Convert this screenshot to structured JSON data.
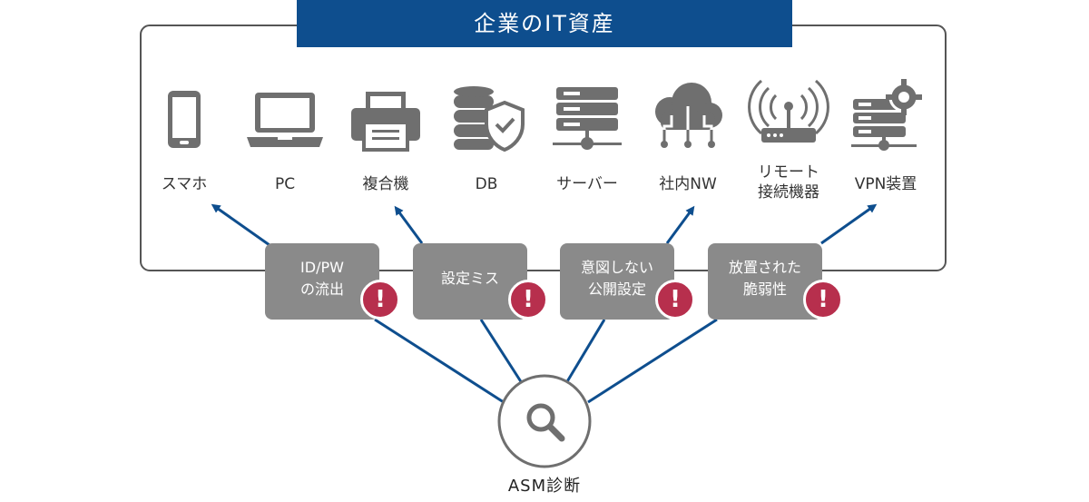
{
  "title": "企業のIT資産",
  "assets": [
    {
      "label": "スマホ",
      "icon": "smartphone-icon"
    },
    {
      "label": "PC",
      "icon": "laptop-icon"
    },
    {
      "label": "複合機",
      "icon": "printer-icon"
    },
    {
      "label": "DB",
      "icon": "database-shield-icon"
    },
    {
      "label": "サーバー",
      "icon": "server-icon"
    },
    {
      "label": "社内NW",
      "icon": "cloud-network-icon"
    },
    {
      "label": "リモート\n接続機器",
      "icon": "router-icon"
    },
    {
      "label": "VPN装置",
      "icon": "server-gear-icon"
    }
  ],
  "risks": [
    {
      "label": "ID/PW\nの流出",
      "warning": "!"
    },
    {
      "label": "設定ミス",
      "warning": "!"
    },
    {
      "label": "意図しない\n公開設定",
      "warning": "!"
    },
    {
      "label": "放置された\n脆弱性",
      "warning": "!"
    }
  ],
  "scanner": {
    "label": "ASM診断",
    "icon": "magnifier-icon"
  },
  "colors": {
    "accent": "#0e4e8e",
    "risk_box": "#8a8a8a",
    "warning": "#b72f4d",
    "icon": "#6f6f6f",
    "frame": "#555555"
  }
}
